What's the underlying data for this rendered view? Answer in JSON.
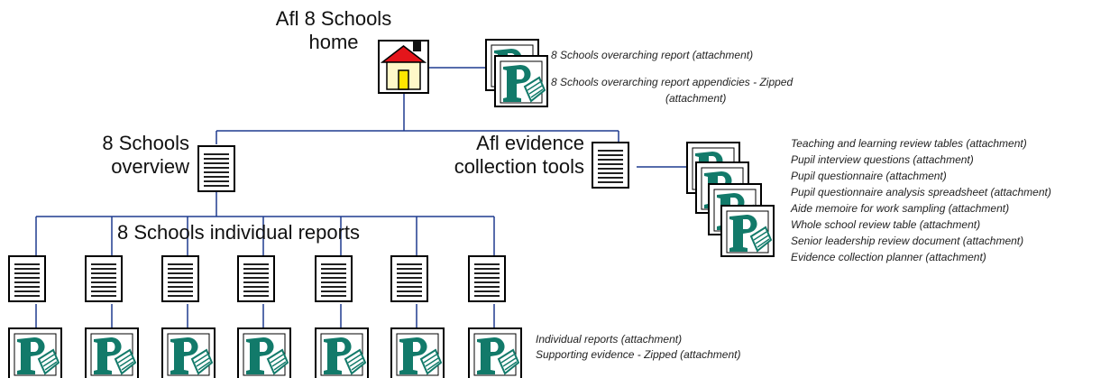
{
  "colors": {
    "connector": "#1f3b8f",
    "doc_border": "#000000",
    "p_icon_green": "#127a6a",
    "house_roof": "#e4151b",
    "house_wall": "#fff8c8",
    "house_door": "#ffe600"
  },
  "home": {
    "title_line1": "Afl 8 Schools",
    "title_line2": "home",
    "icon": "house-icon",
    "attachments": [
      "8 Schools overarching report (attachment)",
      "8 Schools overarching report appendicies  - Zipped",
      "(attachment)"
    ]
  },
  "overview": {
    "line1": "8 Schools",
    "line2": "overview",
    "icon": "document-icon"
  },
  "evidence": {
    "line1": "Afl evidence",
    "line2": "collection tools",
    "icon": "document-icon",
    "attachments": [
      "Teaching and learning review tables (attachment)",
      "Pupil interview questions (attachment)",
      "Pupil questionnaire (attachment)",
      "Pupil questionnaire analysis spreadsheet (attachment)",
      "Aide memoire for work sampling (attachment)",
      "Whole school review table (attachment)",
      "Senior leadership review document (attachment)",
      "Evidence collection planner (attachment)"
    ]
  },
  "individual": {
    "label": "8 Schools individual reports",
    "count": 7,
    "attachments": [
      "Individual reports (attachment)",
      "Supporting evidence - Zipped (attachment)"
    ]
  },
  "publisher_icon_letter": "P"
}
